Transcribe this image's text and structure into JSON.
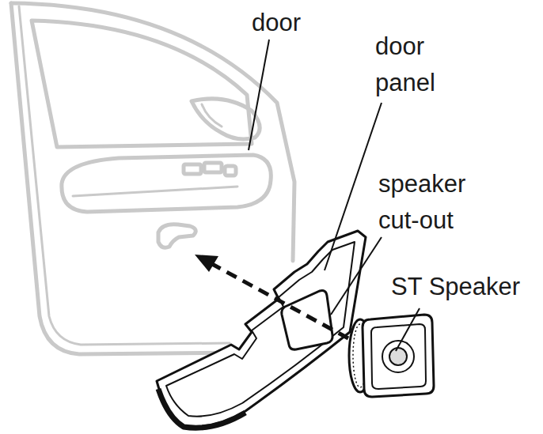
{
  "diagram": {
    "labels": [
      "door",
      "door panel",
      "speaker cut-out",
      "ST Speaker"
    ]
  }
}
